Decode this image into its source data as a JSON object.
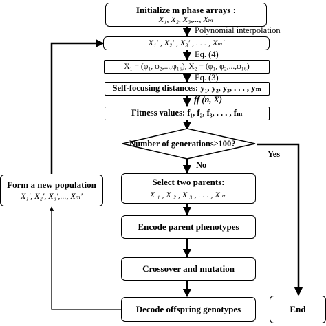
{
  "boxes": {
    "init_title": "Initialize m phase arrays :",
    "init_sub": "X₁, X₂, X₃,..., Xₘ",
    "interp_result": "X₁′ , X₂′ , X₃′ , . . . , Xₘ′",
    "phase_split": "X₁ = (φ₁, φ₂,...,φ₁₆), X₂ = (φ₁, φ₂,...,φ₁₆)",
    "self_focusing": "Self-focusing distances: y₁, y₂, y₃, . . . , yₘ",
    "fitness": "Fitness values:  f₁, f₂, f₃, . . . , fₘ",
    "decision": "Number of generations≥100?",
    "select_title": "Select two parents:",
    "select_sub": "X ₁ , X ₂ , X ₃ , . . . , X ₘ",
    "encode": "Encode parent phenotypes",
    "crossover": "Crossover and mutation",
    "decode": "Decode offspring genotypes",
    "end": "End",
    "new_pop_title": "Form a new population",
    "new_pop_sub": "X₁′, X₂′, X₃′,..., Xₘ′"
  },
  "edge_labels": {
    "polynomial": "Polynomial interpolation",
    "eq4": "Eq. (4)",
    "eq3": "Eq. (3)",
    "ff": "ff (n, X)",
    "yes": "Yes",
    "no": "No"
  }
}
